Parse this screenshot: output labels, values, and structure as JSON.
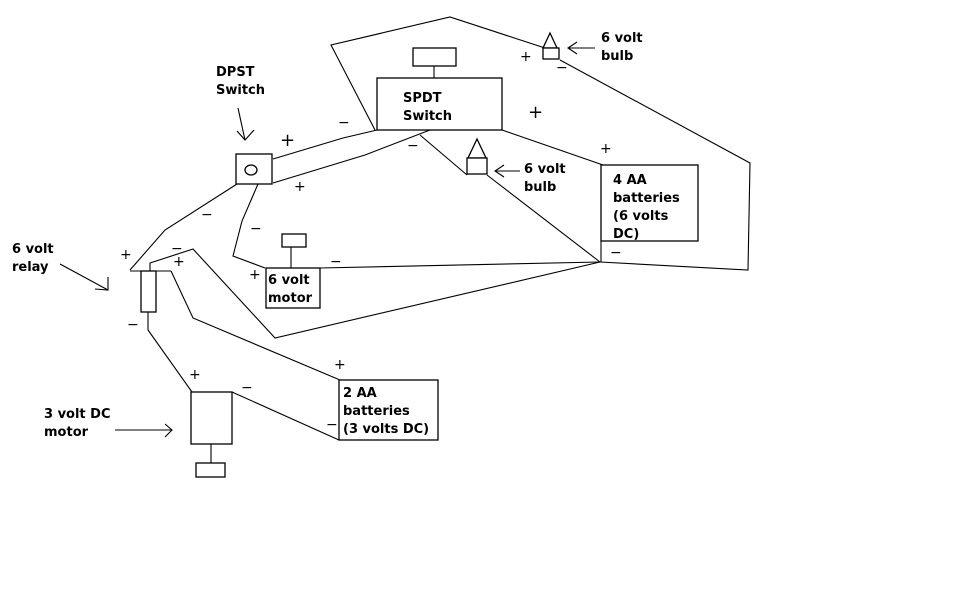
{
  "components": {
    "dpst_switch": {
      "label": "DPST\nSwitch"
    },
    "spdt_switch": {
      "label": "SPDT\nSwitch"
    },
    "bulb_top": {
      "label": "6 volt\nbulb"
    },
    "bulb_mid": {
      "label": "6 volt\nbulb"
    },
    "battery_4aa": {
      "label": "4 AA\nbatteries\n(6 volts\nDC)"
    },
    "relay": {
      "label": "6 volt\nrelay"
    },
    "motor_6v": {
      "label": "6 volt\nmotor"
    },
    "battery_2aa": {
      "label": "2 AA\nbatteries\n(3 volts DC)"
    },
    "motor_3v": {
      "label": "3 volt DC\nmotor"
    }
  },
  "polarity": {
    "plus": "+",
    "minus": "−"
  }
}
